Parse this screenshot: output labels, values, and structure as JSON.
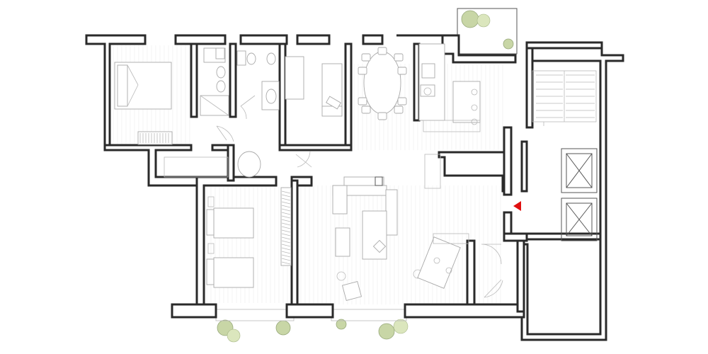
{
  "plan": {
    "kind": "apartment-floor-plan",
    "colors": {
      "walls": "#2a2a2a",
      "furniture": "#a9a9a9",
      "floor_lines": "#ececec",
      "plants": "#c8d6a6",
      "entrance_marker": "#e01010"
    },
    "icons": [
      "entrance-marker-icon",
      "north-arrow-absent"
    ],
    "rooms": [
      "master-bedroom",
      "bathroom-1",
      "bathroom-2",
      "study",
      "dining",
      "kitchen",
      "living-room",
      "twin-bedroom",
      "stairwell",
      "elevators",
      "terraces"
    ]
  }
}
